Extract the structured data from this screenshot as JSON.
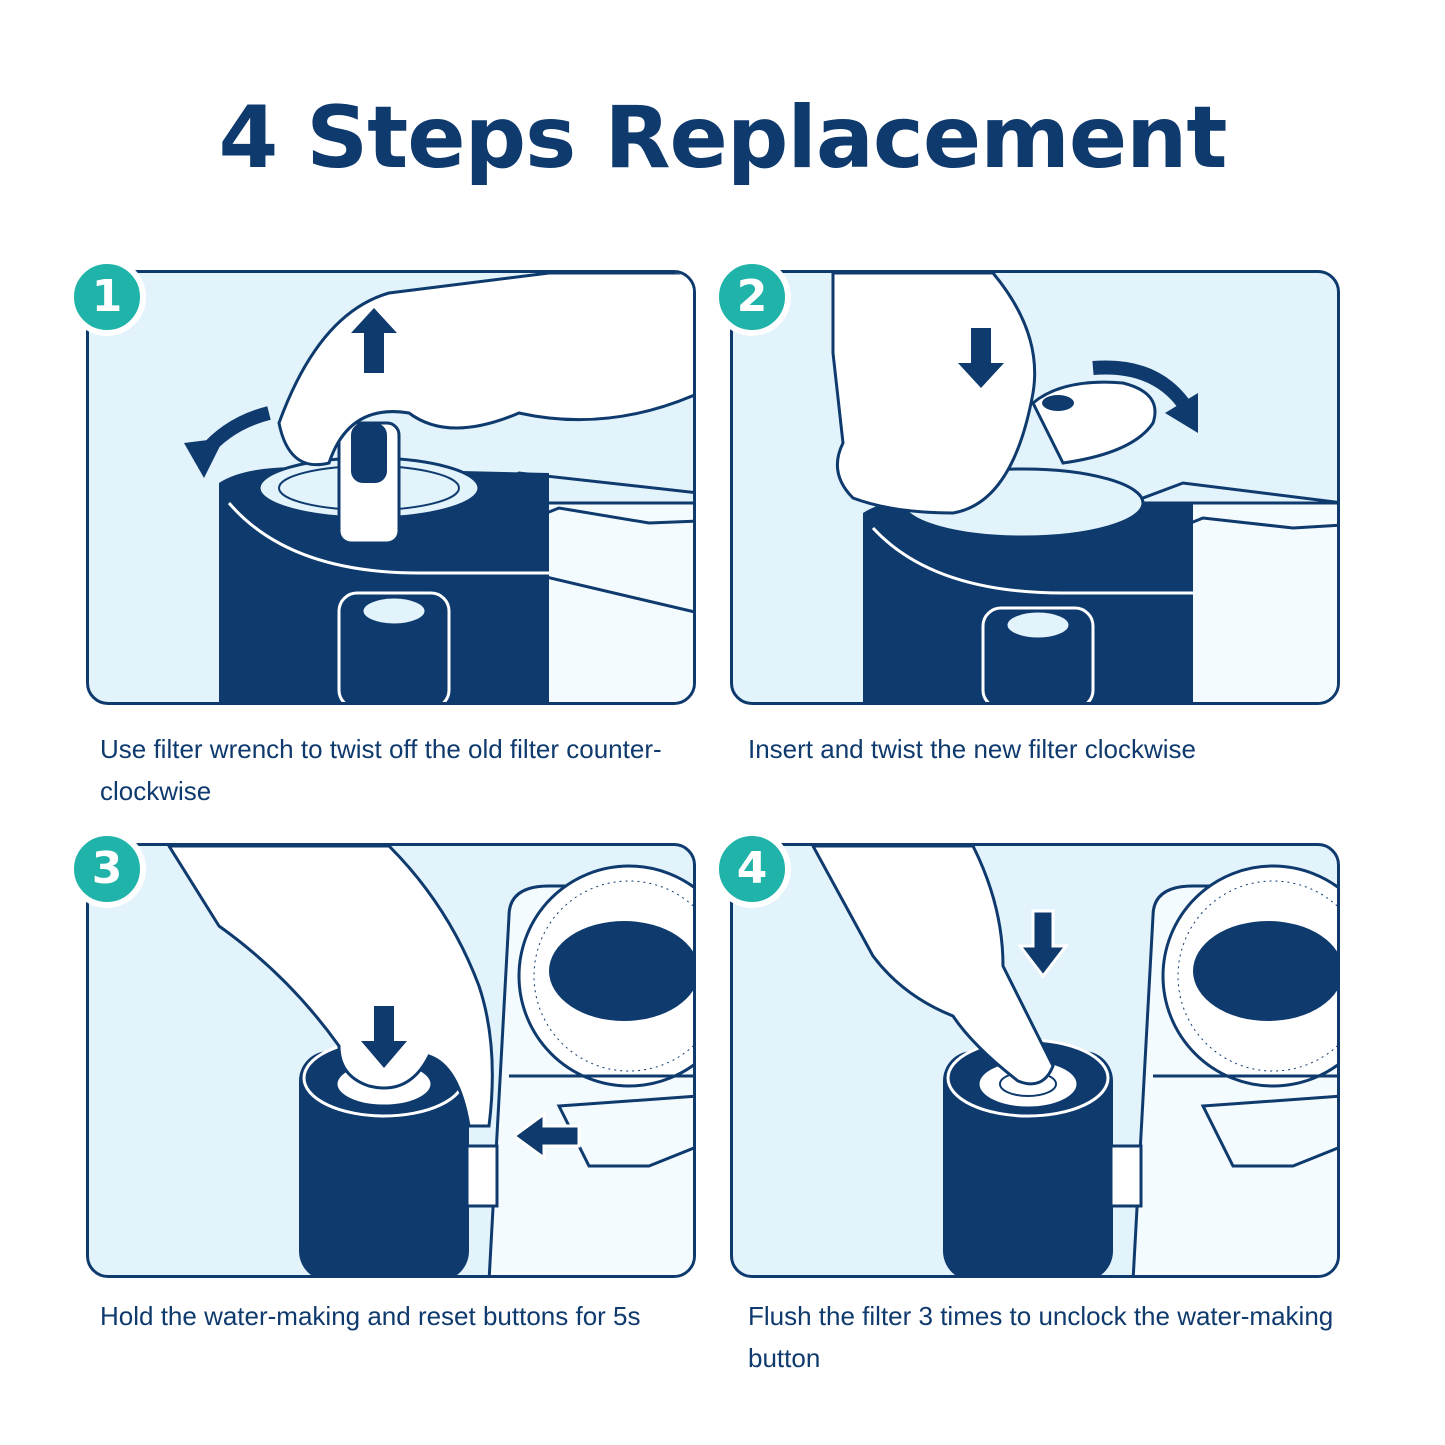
{
  "title": "4 Steps Replacement",
  "steps": [
    {
      "number": "1",
      "caption": "Use filter wrench to twist off the old filter counter-clockwise"
    },
    {
      "number": "2",
      "caption": "Insert and twist the new filter clockwise"
    },
    {
      "number": "3",
      "caption": "Hold the water-making and reset buttons for 5s"
    },
    {
      "number": "4",
      "caption": "Flush the filter 3 times to unclock the water-making button"
    }
  ],
  "colors": {
    "navy": "#0f3a6e",
    "teal": "#1fb3a9",
    "panel_bg": "#e2f3fb"
  }
}
